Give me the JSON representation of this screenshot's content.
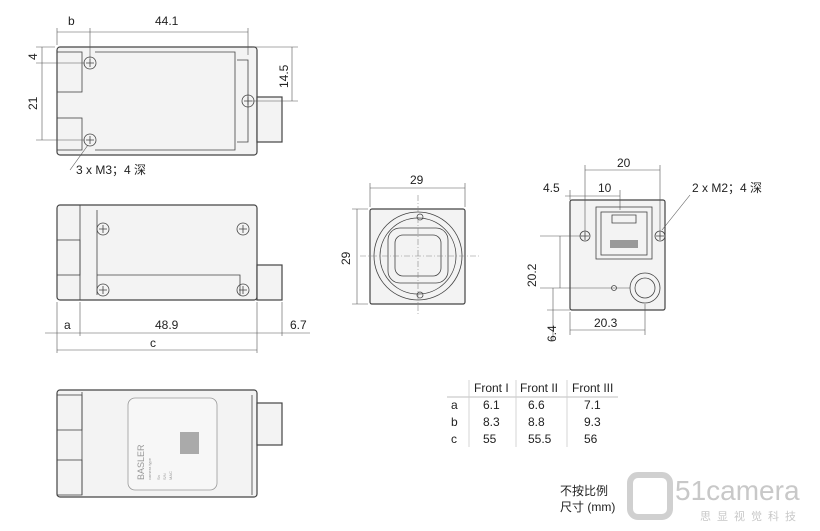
{
  "top_view": {
    "dim_width": "44.1",
    "dim_b": "b",
    "dim_4": "4",
    "dim_21": "21",
    "dim_14_5": "14.5",
    "hole_note": "3 x M3；4 深"
  },
  "side_view": {
    "dim_a": "a",
    "dim_48_9": "48.9",
    "dim_6_7": "6.7",
    "dim_c": "c"
  },
  "bottom_view": {
    "label_brand": "BASLER",
    "label_type": "camera type",
    "label_lines": [
      "Sn",
      "S/N",
      "MAC"
    ]
  },
  "front_view": {
    "dim_width": "29",
    "dim_height": "29"
  },
  "back_view": {
    "dim_20": "20",
    "dim_4_5": "4.5",
    "dim_10": "10",
    "dim_20_2": "20.2",
    "dim_6_4": "6.4",
    "dim_20_3": "20.3",
    "hole_note": "2 x M2；4 深"
  },
  "table": {
    "headers": [
      "",
      "Front I",
      "Front II",
      "Front III"
    ],
    "rows": [
      [
        "a",
        "6.1",
        "6.6",
        "7.1"
      ],
      [
        "b",
        "8.3",
        "8.8",
        "9.3"
      ],
      [
        "c",
        "55",
        "55.5",
        "56"
      ]
    ]
  },
  "note": {
    "line1": "不按比例",
    "line2": "尺寸 (mm)"
  },
  "watermark": {
    "brand": "51camera",
    "sub": "思显视觉科技"
  }
}
